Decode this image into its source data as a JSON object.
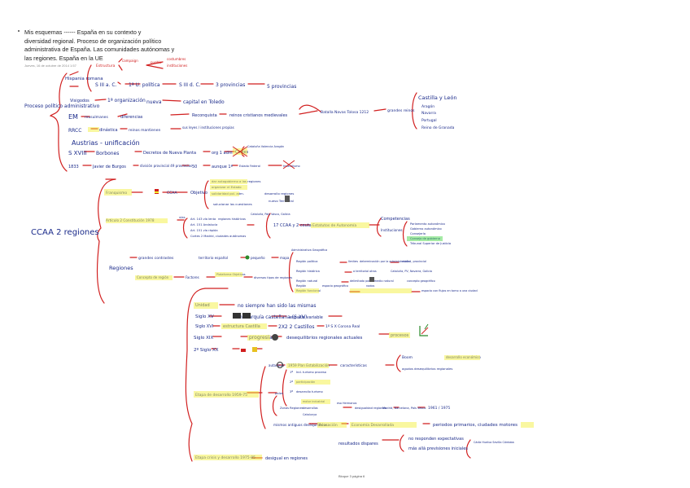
{
  "document": {
    "title": "Mis esquemas ------ España en su contexto y\ndiversidad regional. Proceso de organización político\nadministrativa de España. Las comunidades autónomas y\nlas regiones. España en la UE",
    "meta": "Jueves, 16 de octubre de 2014   1:57",
    "footer": "Bloque 3 página 6"
  },
  "mindmap": {
    "main_topic": "CCAA 2 regiones",
    "section1": {
      "root": "Proceso político administrativo",
      "hispania": "Hispania romana",
      "estructura": "Estructura",
      "campaign": "campaign",
      "pueblo": "pueblo",
      "instituciones_top": "instituciones",
      "costumbres": "costumbres",
      "s3": "S III a. C.",
      "prov1": "1ª U. política",
      "s3dc": "S III d. C.",
      "tres_prov": "3 provincias",
      "cinco_prov": "5 provincias",
      "visigodos": "Visigodos",
      "organizacion": "1ª organización",
      "nueva": "nueva",
      "toledo": "capital en Toledo",
      "em": "EM",
      "musulmanes": "musulmanes",
      "diferencias": "diferencias",
      "reconquista": "Reconquista",
      "reinos": "reinos cristianos medievales",
      "batalla": "Batalla Navas Tolosa 1212",
      "grandes_reinos": "grandes reinos",
      "castilla_leon": "Castilla y León",
      "aragon": "Aragón",
      "navarra": "Navarra",
      "portugal": "Portugal",
      "granada": "Reino de Granada",
      "rrcc": "RRCC",
      "dinastica": "dinástica",
      "reinos_mantienen": "reinos mantienen",
      "sus_leyes": "sus leyes / instituciones propias",
      "austrias": "Austrias - unificación",
      "s18": "S XVIII",
      "borbones": "Borbones",
      "decretos": "Decretos de Nueva Planta",
      "org": "org 1 adm",
      "cortes": "Cortes",
      "cortes_list": "Cataluña Valencia Aragón",
      "y1833": "1833",
      "javier": "Javier de Burgos",
      "division": "división provincial 49 provincias",
      "cincuenta": "50",
      "aunque": "aunque 1ª",
      "estado_federal": "Estado Federal",
      "federalismo": "federalismo"
    },
    "section2": {
      "franquismo": "Franquismo",
      "ccaa": "CCAA",
      "objetivo": "Objetivo",
      "obj1": "dar autogobierno a las regiones",
      "obj2": "organizar el Estado",
      "obj3": "solidaridad pol. adm.",
      "obj4": "desarrollo regiones",
      "obj5": "solucionar las cuestiones",
      "obj6": "nuevo Territorial",
      "articulo": "Artículo 2 Constitución 1978",
      "vias": "vías",
      "v1": "Art. 143 vía lenta",
      "v2": "Art. 151 Andalucía",
      "v3": "Art. 151 vía rápida",
      "v4": "Cortes 2 Madrid, ciudades autónomas",
      "regiones_hist": "regiones históricas",
      "cataluna": "Cataluña, País Vasco, Galicia",
      "cc17": "17 CCAA y 2 ceuta",
      "estatutos": "Estatutos de Autonomía",
      "competencias": "Competencias",
      "instituciones": "Instituciones",
      "inst1": "Parlamento autonómico",
      "inst2": "Gobierno autonómico",
      "inst3": "Consejería",
      "inst4": "Consejo de gobierno",
      "inst5": "Tribunal Superior de Justicia",
      "regiones": "Regiones",
      "grandes": "grandes contrastes",
      "territorio": "territorio español",
      "pequeno": "pequeño",
      "mapa": "mapa",
      "geografica": "Administrativa Geográfica",
      "reg1": "Región política",
      "reg2": "Región histórica",
      "reg3": "Región natural",
      "reg4": "Región",
      "reg5": "Región funcional",
      "limites": "límites",
      "administracion": "determinación por la administración",
      "ciudad": "ciudad, provincial",
      "historicas": "a territorial otros",
      "cataluna2": "Cataluña, PV, Navarra, Galicia",
      "delimitado": "delimitado por el medio natural",
      "concepto_geo": "concepto geográfico",
      "espacio": "espacio geográfico",
      "nodos": "nodos",
      "espacio_ciudad": "espacio con flujos en torno a una ciudad",
      "concepto_region": "Concepto de región",
      "factores": "Factores",
      "plataformas": "Plataforma Objetivos",
      "diversos": "diversos tipos de regiones"
    },
    "section3": {
      "unidad": "Unidad",
      "no_siempre": "no siempre han sido las mismas",
      "s15": "Siglo XV",
      "monarquia": "monarquía castellana (S XV)",
      "espacio_variable": "espacio variable",
      "s16": "Siglo XVI",
      "estructura_castilla": "estructura Castilla",
      "dos_castillos": "2X2 2 Castillos",
      "corona": "1º S X Corona Real",
      "s19": "Siglo XIX",
      "progresia": "progresía",
      "desequilibrios": "desequilibrios regionales actuales",
      "procesos": "procesos",
      "s20": "2º Siglo XX",
      "etapa": "Etapa de desarrollo 1959-75",
      "autarquia": "autarquía",
      "plan": "1959 Plan Estabilización",
      "caracteristica": "características",
      "boom": "Boom",
      "desarrollo_econ": "desarrollo económico",
      "agudos": "agudos desequilibrios regionales",
      "polos": "polos",
      "p1": "1ª",
      "p2": "2ª",
      "p3": "3ª",
      "industrial": "Ind. turismo proceso",
      "participacion": "participación",
      "desarrollo_turismo": "desarrollo turismo",
      "cluster": "motor industrial",
      "zonas": "Zonas Regiones",
      "gdm": "desarrollos",
      "madrid": "Madrid, Barcelona, País Vasco",
      "catalunya": "Catalunya",
      "ese": "eso Hermanos",
      "desigualdad": "desigualdad regiones",
      "zonas_industriales": "Zonas Industriales",
      "years": "1961 / 1975",
      "mismos": "mismos antiguos desequilibrios",
      "acusacion": "Acusación",
      "economica": "Economía Desarrollada",
      "periodos": "periodos primarios, ciudades motores",
      "resultados": "resultados dispares",
      "no_responden": "no responden expectativas",
      "mas_alla": "más allá previsiones iniciales",
      "cadiz": "Cádiz Huelva Sevilla Córdoba",
      "etapa2": "Etapa crisis y desarrollo 1975-85",
      "desigual": "desigual en regiones"
    }
  }
}
